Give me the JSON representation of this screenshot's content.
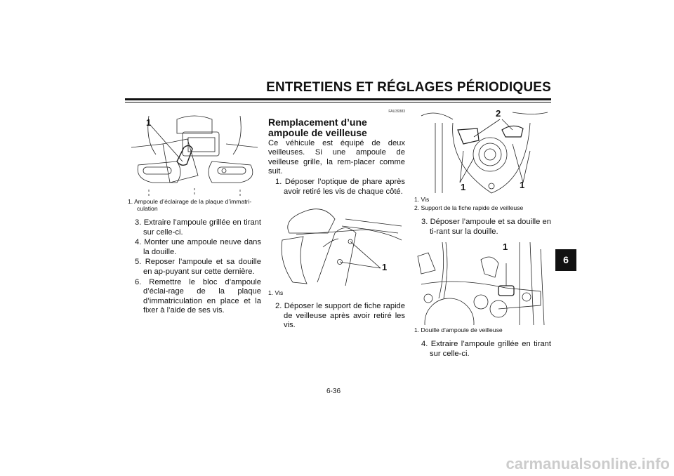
{
  "header": {
    "title": "ENTRETIENS ET RÉGLAGES PÉRIODIQUES"
  },
  "col1": {
    "fig_label": "1",
    "caption": "1. Ampoule d’éclairage de la plaque d’immatri-culation",
    "steps": [
      "3. Extraire l’ampoule grillée en tirant sur celle-ci.",
      "4. Monter une ampoule neuve dans la douille.",
      "5. Reposer l’ampoule et sa douille en ap-puyant sur cette dernière.",
      "6. Remettre le bloc d’ampoule d’éclai-rage de la plaque d’immatriculation en place et la fixer à l’aide de ses vis."
    ]
  },
  "col2": {
    "code": "FAU39383",
    "heading": "Remplacement d’une ampoule de veilleuse",
    "intro": "Ce véhicule est équipé de deux veilleuses. Si une ampoule de veilleuse grille, la rem-placer comme suit.",
    "step1": "1. Déposer l’optique de phare après avoir retiré les vis de chaque côté.",
    "fig_label": "1",
    "caption": "1. Vis",
    "step2": "2. Déposer le support de fiche rapide de veilleuse après avoir retiré les vis."
  },
  "col3": {
    "fig1_labels": [
      "2",
      "1",
      "1"
    ],
    "captions": [
      "1. Vis",
      "2. Support de la fiche rapide de veilleuse"
    ],
    "step3": "3. Déposer l’ampoule et sa douille en ti-rant sur la douille.",
    "fig2_label": "1",
    "caption2": "1. Douille d’ampoule de veilleuse",
    "step4": "4. Extraire l’ampoule grillée en tirant sur celle-ci."
  },
  "chapter_tab": "6",
  "page_number": "6-36",
  "watermark": "carmanualsonline.info"
}
